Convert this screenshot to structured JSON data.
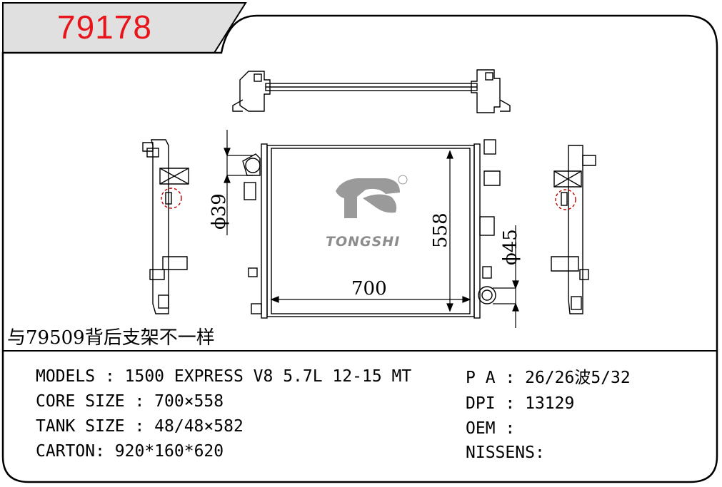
{
  "part_number": "79178",
  "note": "与79509背后支架不一样",
  "brand": "TONGSHI",
  "dimensions": {
    "width": "700",
    "height": "558",
    "inlet": "ϕ39",
    "outlet": "ϕ45"
  },
  "specs_left": [
    {
      "label": "MODELS",
      "sep": " : ",
      "value": "1500 EXPRESS V8 5.7L 12-15 MT"
    },
    {
      "label": "CORE SIZE",
      "sep": " : ",
      "value": "700×558"
    },
    {
      "label": "TANK SIZE",
      "sep": " : ",
      "value": "48/48×582"
    },
    {
      "label": "CARTON",
      "sep": ": ",
      "value": "920*160*620"
    }
  ],
  "specs_right": [
    {
      "label": "P A",
      "sep": " : ",
      "value": "26/26波5/32"
    },
    {
      "label": "DPI",
      "sep": " : ",
      "value": "13129"
    },
    {
      "label": "OEM",
      "sep": " :",
      "value": ""
    },
    {
      "label": "NISSENS",
      "sep": ":",
      "value": ""
    }
  ],
  "colors": {
    "part_number": "#e8141a",
    "frame": "#000000",
    "logo": "#8c8c8c"
  }
}
